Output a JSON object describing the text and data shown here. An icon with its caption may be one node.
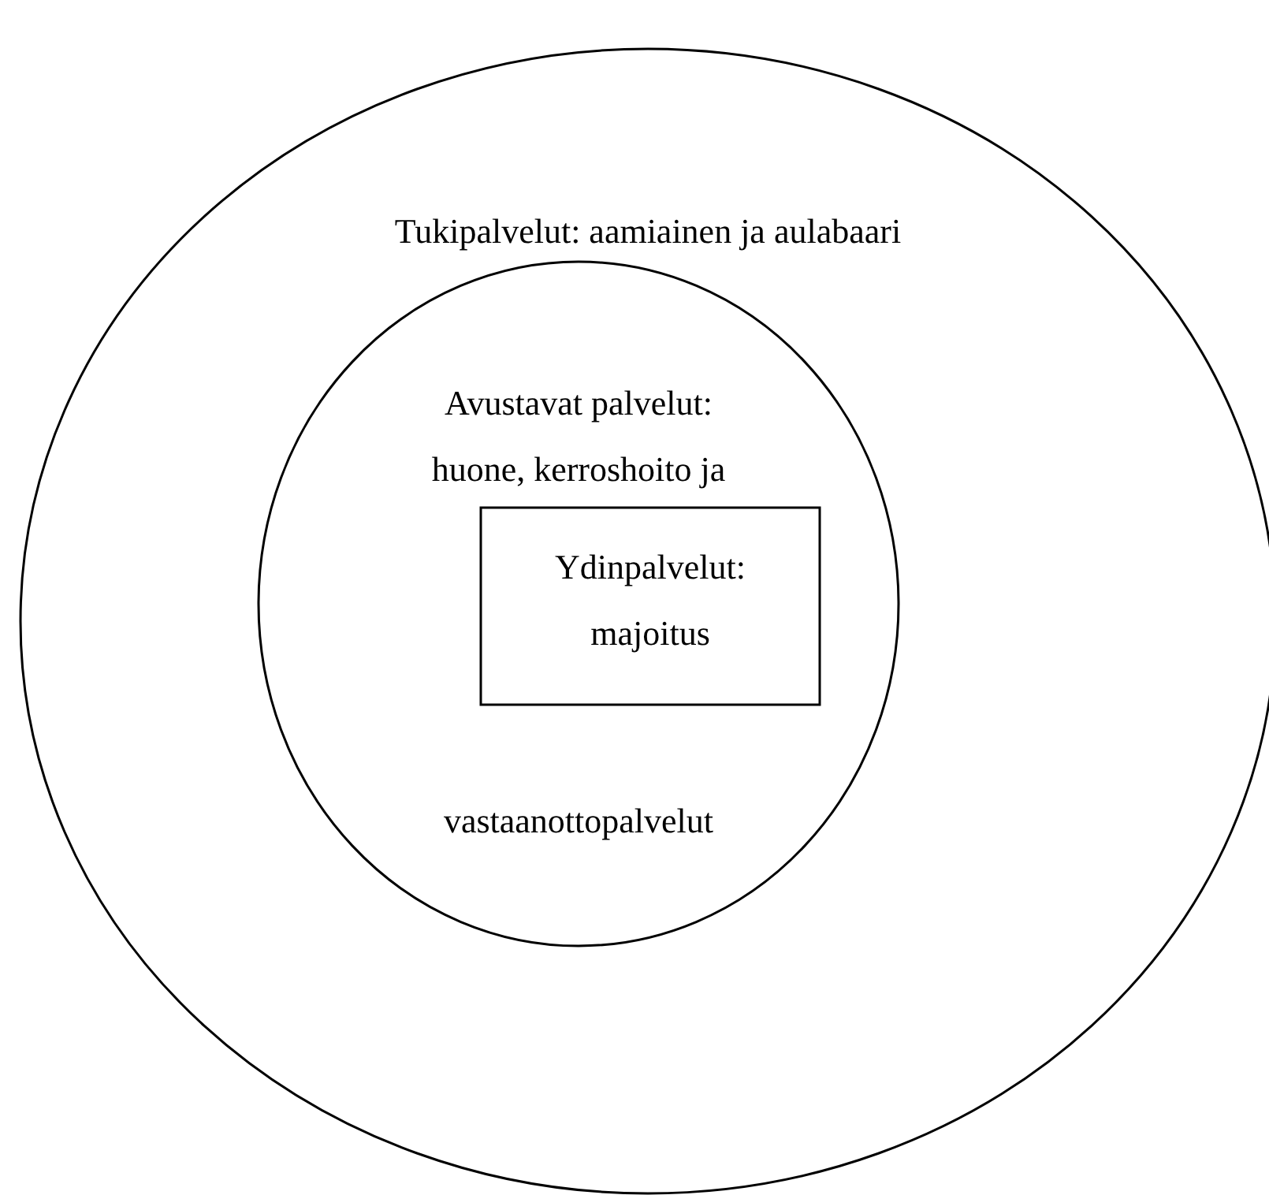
{
  "diagram": {
    "nodes": [
      {
        "text": [
          "Tukipalvelut: aamiainen ja aulabaari"
        ]
      },
      {
        "text": [
          "Avustavat palvelut: huone, kerroshoito ja",
          "vastaanottopalvelut"
        ],
        "in": 0
      },
      {
        "text": [
          "Ydinpalvelut: majoitus"
        ],
        "in": 1
      }
    ]
  }
}
